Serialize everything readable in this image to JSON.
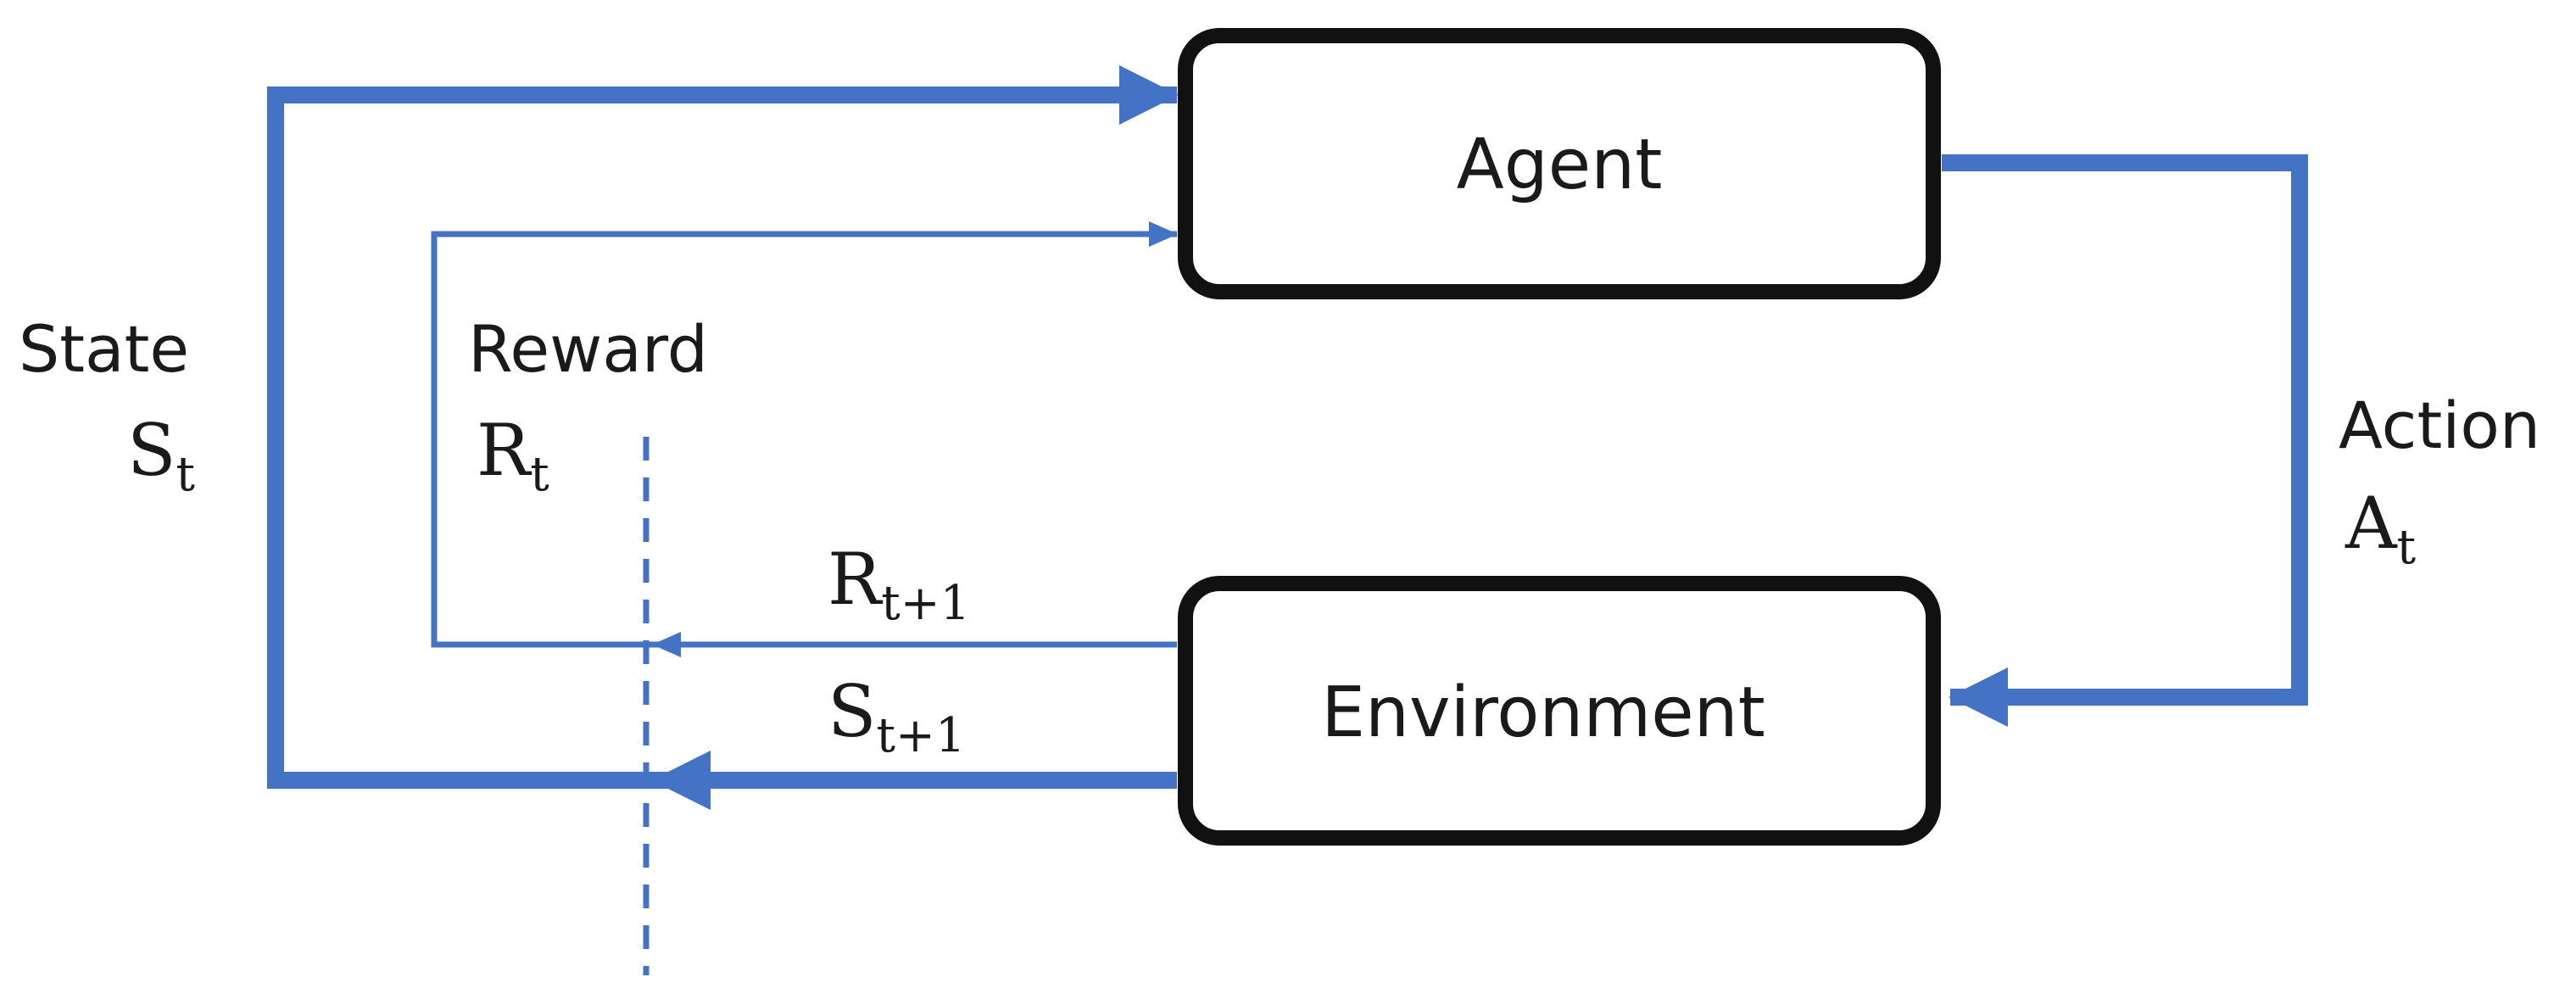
{
  "colors": {
    "arrow": "#4472C4",
    "box_border": "#111111",
    "text": "#1a1a1a",
    "background": "#ffffff"
  },
  "nodes": {
    "agent": "Agent",
    "environment": "Environment"
  },
  "labels": {
    "state": {
      "word": "State",
      "symbol": "S",
      "subscript": "t"
    },
    "reward": {
      "word": "Reward",
      "symbol": "R",
      "subscript": "t"
    },
    "action": {
      "word": "Action",
      "symbol": "A",
      "subscript": "t"
    },
    "next_reward": {
      "symbol": "R",
      "subscript": "t+1"
    },
    "next_state": {
      "symbol": "S",
      "subscript": "t+1"
    }
  }
}
